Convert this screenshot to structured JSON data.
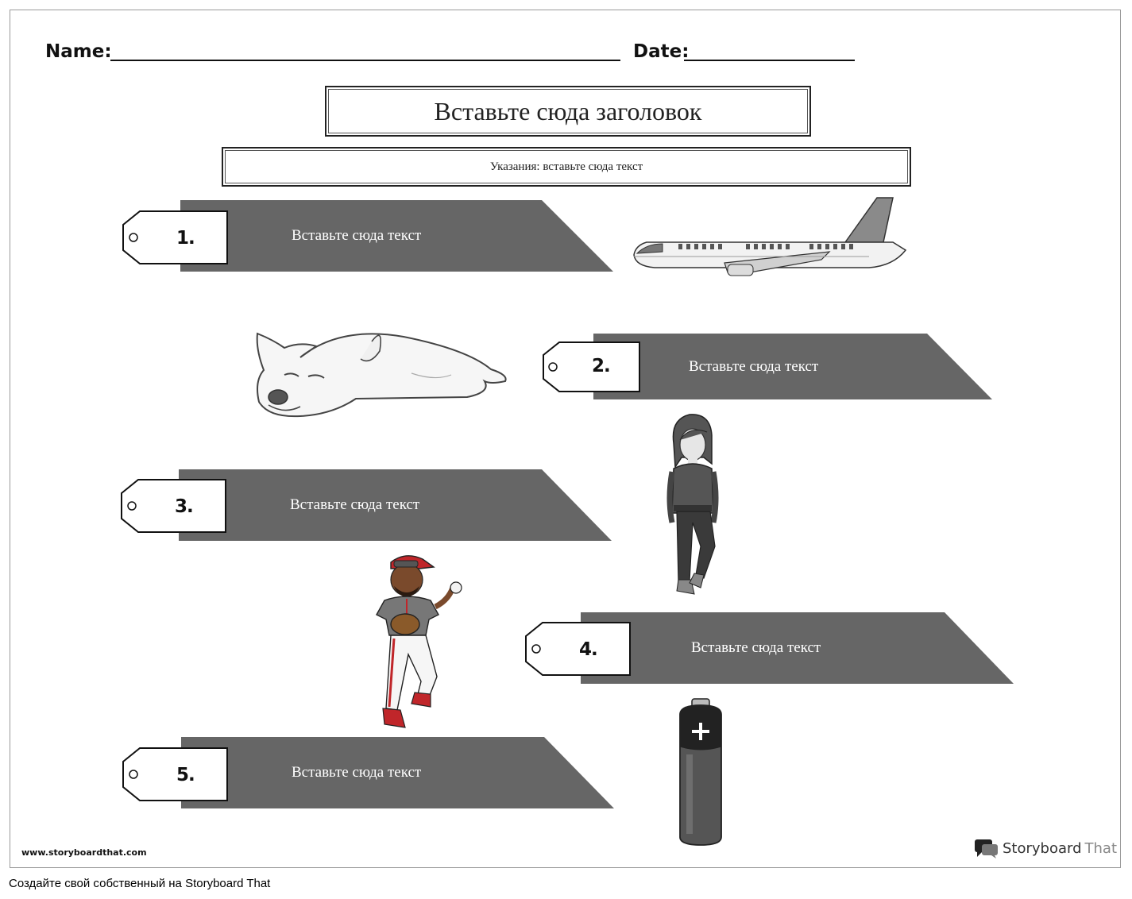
{
  "header": {
    "name_label": "Name:",
    "date_label": "Date:"
  },
  "title": "Вставьте сюда заголовок",
  "directions": {
    "label": "Указания:",
    "text": "вставьте сюда текст"
  },
  "items": [
    {
      "number": "1.",
      "text": "Вставьте сюда текст",
      "image": "airplane-icon"
    },
    {
      "number": "2.",
      "text": "Вставьте сюда текст",
      "image": "dog-icon"
    },
    {
      "number": "3.",
      "text": "Вставьте сюда текст",
      "image": "girl-icon"
    },
    {
      "number": "4.",
      "text": "Вставьте сюда текст",
      "image": "baseball-player-icon"
    },
    {
      "number": "5.",
      "text": "Вставьте сюда текст",
      "image": "battery-icon"
    }
  ],
  "footer": {
    "url": "www.storyboardthat.com",
    "logo_word1": "Storyboard",
    "logo_word2": "That",
    "bottom_note": "Создайте свой собственный на Storyboard That"
  },
  "colors": {
    "banner": "#666666",
    "tag_fill": "#ffffff",
    "text": "#111111"
  }
}
